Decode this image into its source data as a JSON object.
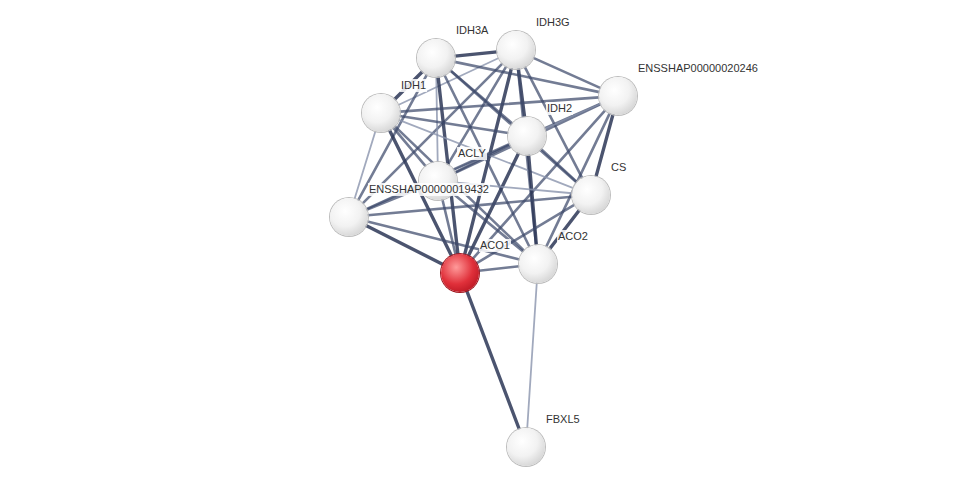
{
  "diagram": {
    "nodes": [
      {
        "text": [
          "IDH3G"
        ]
      },
      {
        "text": [
          "IDH3A"
        ]
      },
      {
        "text": [
          "ENSSHAP00000020246"
        ]
      },
      {
        "text": [
          "IDH1"
        ]
      },
      {
        "text": [
          "IDH2"
        ]
      },
      {
        "text": [
          "ACLY"
        ]
      },
      {
        "text": [
          "CS"
        ]
      },
      {
        "text": [
          "ENSSHAP00000019432"
        ]
      },
      {
        "text": [
          "ACO2"
        ]
      },
      {
        "text": [
          "ACO1"
        ]
      },
      {
        "text": [
          "FBXL5"
        ]
      }
    ],
    "edges": [
      {
        "from": 0,
        "to": 1,
        "arrow": "none"
      },
      {
        "from": 0,
        "to": 2,
        "arrow": "none"
      },
      {
        "from": 0,
        "to": 3,
        "arrow": "none"
      },
      {
        "from": 0,
        "to": 4,
        "arrow": "none"
      },
      {
        "from": 0,
        "to": 5,
        "arrow": "none"
      },
      {
        "from": 0,
        "to": 6,
        "arrow": "none"
      },
      {
        "from": 0,
        "to": 7,
        "arrow": "none"
      },
      {
        "from": 0,
        "to": 8,
        "arrow": "none"
      },
      {
        "from": 0,
        "to": 9,
        "arrow": "none"
      },
      {
        "from": 1,
        "to": 2,
        "arrow": "none"
      },
      {
        "from": 1,
        "to": 3,
        "arrow": "none"
      },
      {
        "from": 1,
        "to": 4,
        "arrow": "none"
      },
      {
        "from": 1,
        "to": 5,
        "arrow": "none"
      },
      {
        "from": 1,
        "to": 6,
        "arrow": "none"
      },
      {
        "from": 1,
        "to": 7,
        "arrow": "none"
      },
      {
        "from": 1,
        "to": 8,
        "arrow": "none"
      },
      {
        "from": 1,
        "to": 9,
        "arrow": "none"
      },
      {
        "from": 2,
        "to": 3,
        "arrow": "none"
      },
      {
        "from": 2,
        "to": 4,
        "arrow": "none"
      },
      {
        "from": 2,
        "to": 5,
        "arrow": "none"
      },
      {
        "from": 2,
        "to": 6,
        "arrow": "none"
      },
      {
        "from": 2,
        "to": 7,
        "arrow": "none"
      },
      {
        "from": 2,
        "to": 8,
        "arrow": "none"
      },
      {
        "from": 2,
        "to": 9,
        "arrow": "none"
      },
      {
        "from": 3,
        "to": 4,
        "arrow": "none"
      },
      {
        "from": 3,
        "to": 5,
        "arrow": "none"
      },
      {
        "from": 3,
        "to": 6,
        "arrow": "none"
      },
      {
        "from": 3,
        "to": 7,
        "arrow": "none"
      },
      {
        "from": 3,
        "to": 8,
        "arrow": "none"
      },
      {
        "from": 3,
        "to": 9,
        "arrow": "none"
      },
      {
        "from": 4,
        "to": 5,
        "arrow": "none"
      },
      {
        "from": 4,
        "to": 6,
        "arrow": "none"
      },
      {
        "from": 4,
        "to": 7,
        "arrow": "none"
      },
      {
        "from": 4,
        "to": 8,
        "arrow": "none"
      },
      {
        "from": 4,
        "to": 9,
        "arrow": "none"
      },
      {
        "from": 5,
        "to": 6,
        "arrow": "none"
      },
      {
        "from": 5,
        "to": 7,
        "arrow": "none"
      },
      {
        "from": 5,
        "to": 8,
        "arrow": "none"
      },
      {
        "from": 5,
        "to": 9,
        "arrow": "none"
      },
      {
        "from": 6,
        "to": 7,
        "arrow": "none"
      },
      {
        "from": 6,
        "to": 8,
        "arrow": "none"
      },
      {
        "from": 6,
        "to": 9,
        "arrow": "none"
      },
      {
        "from": 7,
        "to": 8,
        "arrow": "none"
      },
      {
        "from": 7,
        "to": 9,
        "arrow": "none"
      },
      {
        "from": 8,
        "to": 9,
        "arrow": "none"
      },
      {
        "from": 9,
        "to": 10,
        "arrow": "none"
      },
      {
        "from": 8,
        "to": 10,
        "arrow": "none"
      }
    ]
  }
}
